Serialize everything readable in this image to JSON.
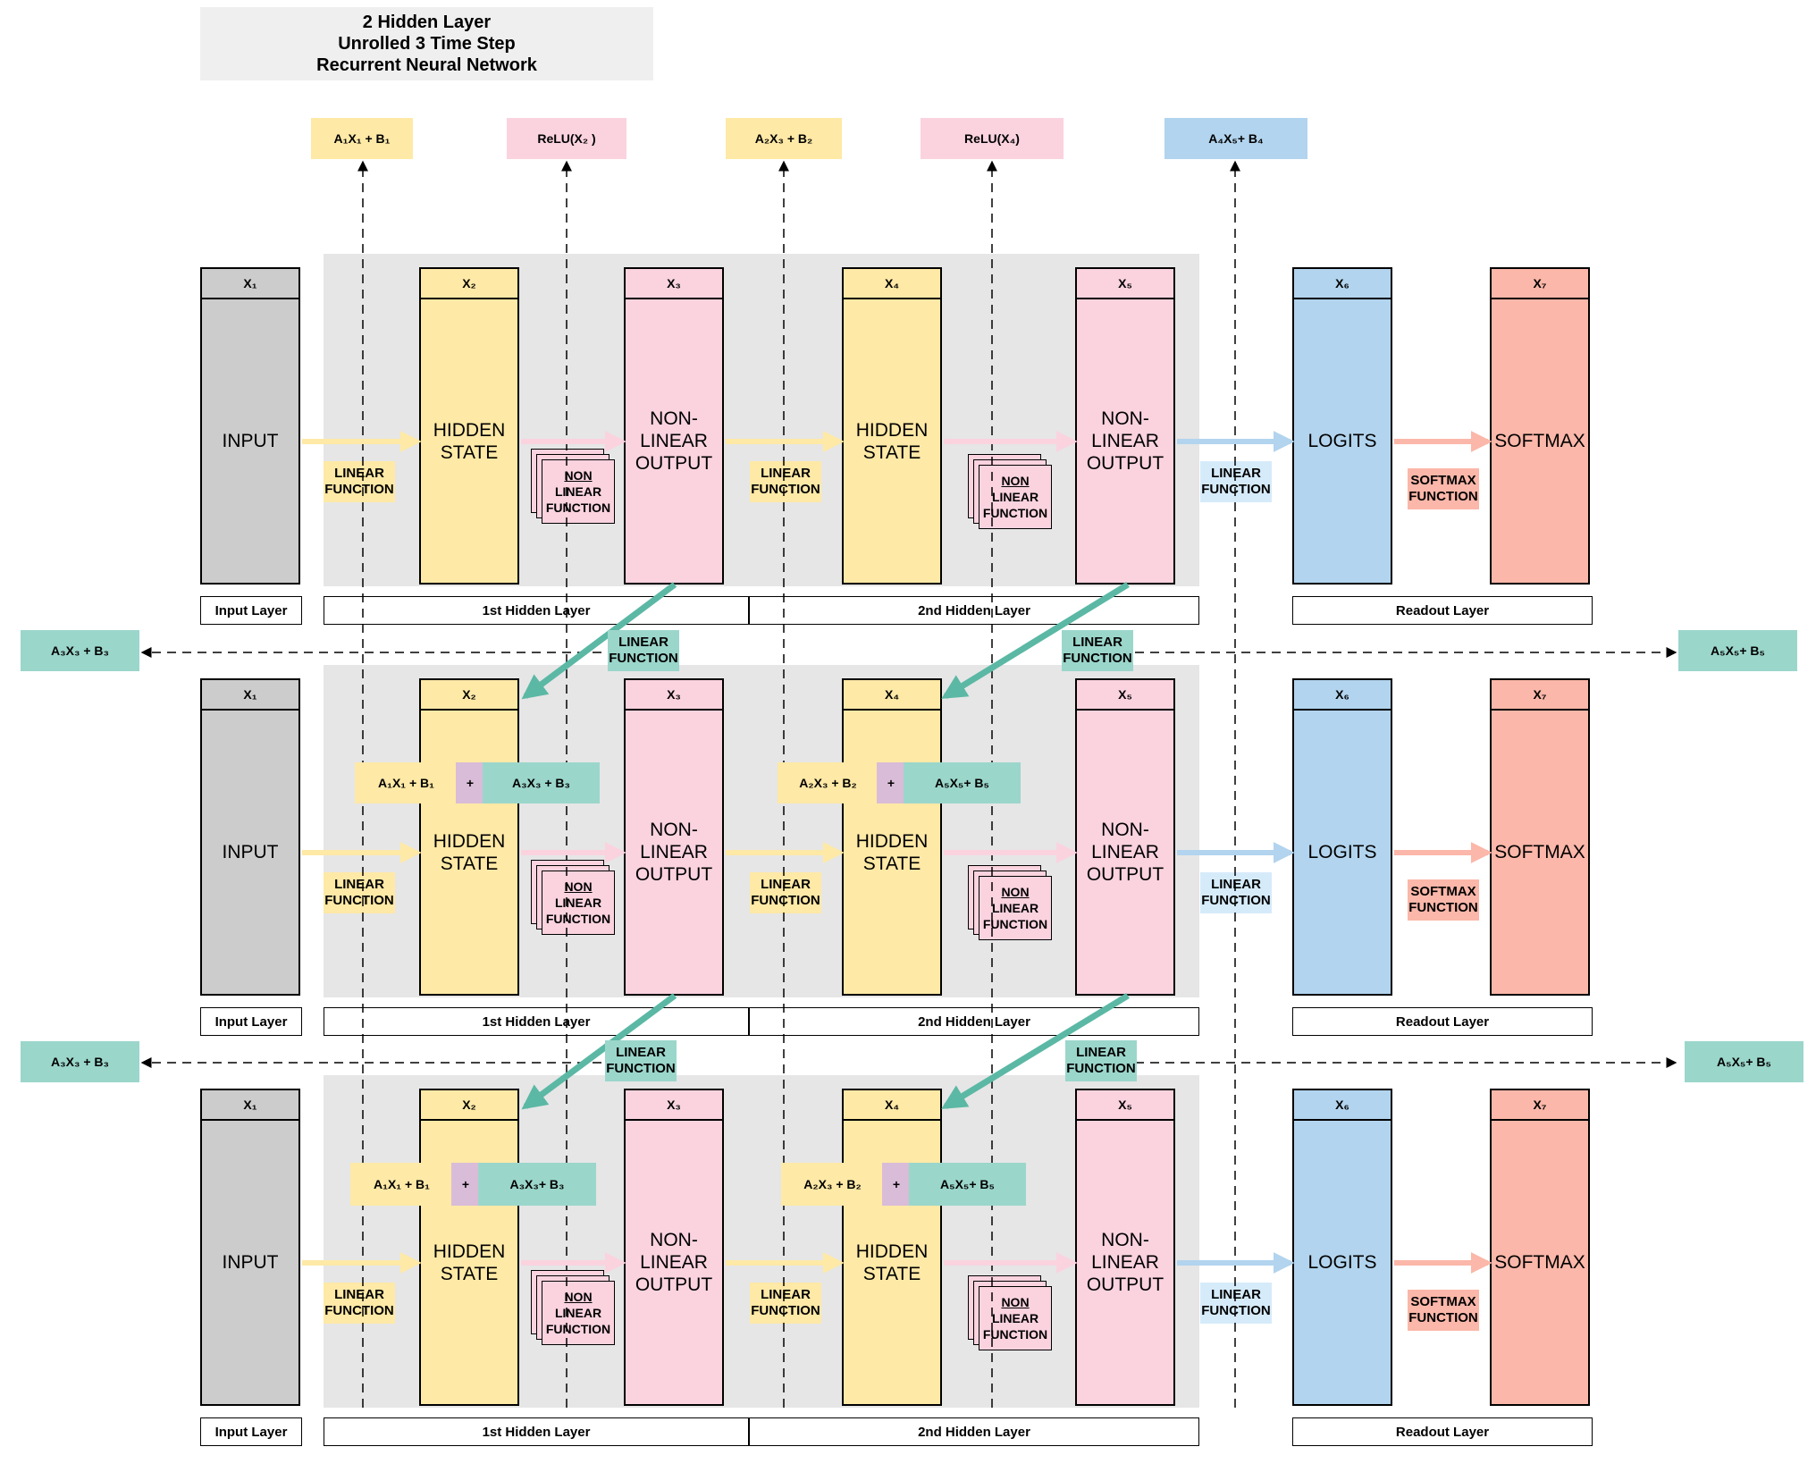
{
  "title": {
    "line1": "2 Hidden Layer",
    "line2": "Unrolled 3 Time Step",
    "line3": "Recurrent Neural Network"
  },
  "top_tags": [
    "A₁X₁ + B₁",
    "ReLU(X₂ )",
    "A₂X₃ + B₂",
    "ReLU(X₄)",
    "A₄X₅+ B₄"
  ],
  "columns": [
    {
      "head": "X₁",
      "body": [
        "INPUT"
      ]
    },
    {
      "head": "X₂",
      "body": [
        "HIDDEN",
        "STATE"
      ]
    },
    {
      "head": "X₃",
      "body": [
        "NON-",
        "LINEAR",
        "OUTPUT"
      ]
    },
    {
      "head": "X₄",
      "body": [
        "HIDDEN",
        "STATE"
      ]
    },
    {
      "head": "X₅",
      "body": [
        "NON-",
        "LINEAR",
        "OUTPUT"
      ]
    },
    {
      "head": "X₆",
      "body": [
        "LOGITS"
      ]
    },
    {
      "head": "X₇",
      "body": [
        "SOFTMAX"
      ]
    }
  ],
  "layers": {
    "input": "Input Layer",
    "hidden1": "1st Hidden Layer",
    "hidden2": "2nd Hidden Layer",
    "readout": "Readout Layer"
  },
  "functions": {
    "linear": [
      "LINEAR",
      "FUNCTION"
    ],
    "nonlinear": [
      "NON",
      "LINEAR",
      "FUNCTION"
    ],
    "softmax": [
      "SOFTMAX",
      "FUNCTION"
    ]
  },
  "recurrent_tags": {
    "left": "A₃X₃ + B₃",
    "right": "A₅X₅+ B₅"
  },
  "sum_eqs": {
    "h1_left": "A₁X₁ + B₁",
    "h1_right_row2": "A₃X₃ + B₃",
    "h1_right_row3": "A₃X₃+ B₃",
    "h2_left": "A₂X₃ + B₂",
    "h2_right": "A₅X₅+ B₅",
    "plus": "+"
  },
  "colors": {
    "input": "#cccccc",
    "hidden": "#fee9a6",
    "nonlinear": "#fad3df",
    "logits": "#b2d4ee",
    "softmax": "#fbb7a9",
    "recurrent": "#5bb8a4",
    "panel": "#e6e6e6"
  }
}
